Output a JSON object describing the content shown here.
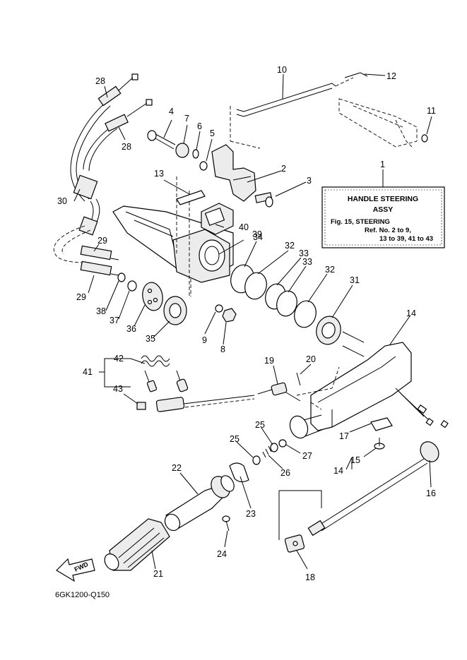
{
  "info_box": {
    "title_line1": "HANDLE STEERING",
    "title_line2": "ASSY",
    "fig_line": "Fig. 15, STEERING",
    "ref_line1": "Ref. No. 2 to 9,",
    "ref_line2": "13 to 39, 41 to 43"
  },
  "part_code": "6GK1200-Q150",
  "fwd_label": "FWD",
  "callouts": [
    "1",
    "2",
    "3",
    "4",
    "5",
    "6",
    "7",
    "8",
    "9",
    "10",
    "11",
    "12",
    "13",
    "14",
    "14",
    "15",
    "16",
    "17",
    "18",
    "19",
    "20",
    "21",
    "22",
    "23",
    "24",
    "25",
    "25",
    "26",
    "27",
    "28",
    "28",
    "29",
    "29",
    "30",
    "31",
    "32",
    "32",
    "33",
    "33",
    "34",
    "35",
    "36",
    "37",
    "38",
    "39",
    "40",
    "41",
    "42",
    "43"
  ]
}
